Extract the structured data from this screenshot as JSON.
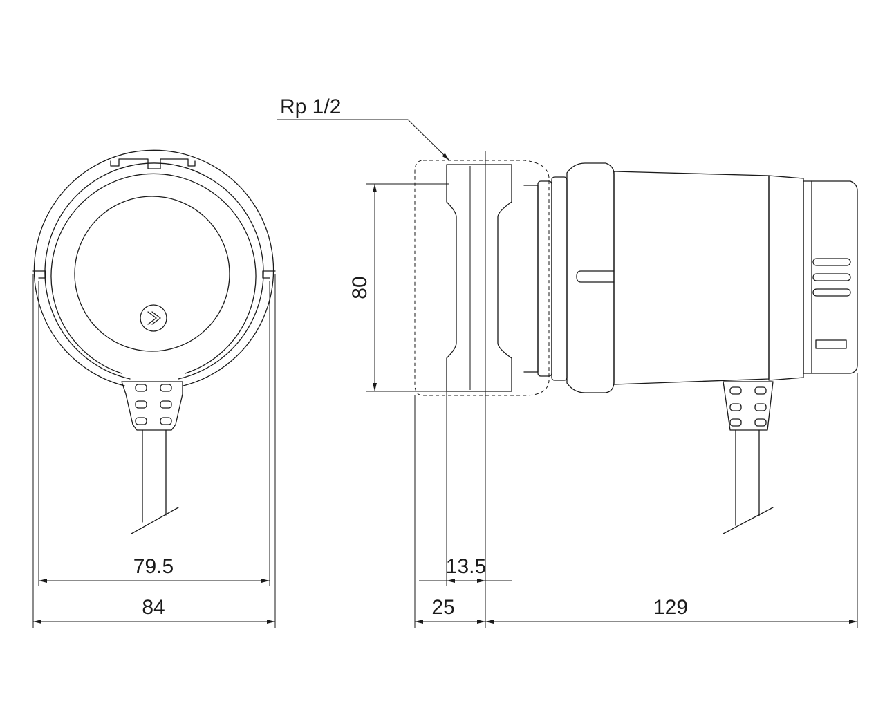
{
  "drawing": {
    "thread_label": "Rp 1/2",
    "dim_height": "80",
    "dim_front_inner": "79.5",
    "dim_front_outer": "84",
    "dim_port_offset": "13.5",
    "dim_port_width": "25",
    "dim_body_length": "129"
  },
  "colors": {
    "line": "#1a1a1a",
    "background": "#ffffff"
  },
  "icons": {
    "pump_symbol": "chevron-right-in-circle"
  }
}
